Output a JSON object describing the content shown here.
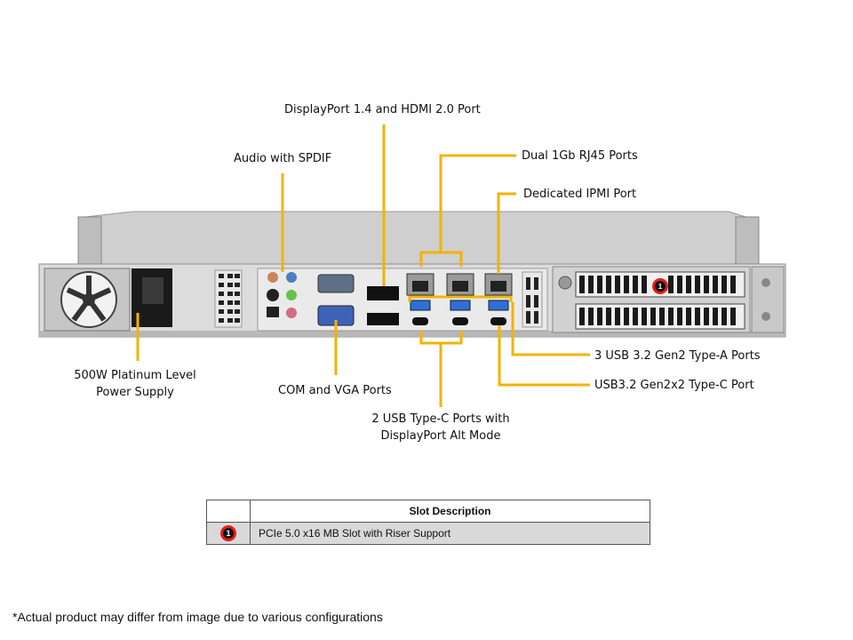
{
  "callouts": {
    "displayport_hdmi": "DisplayPort 1.4 and HDMI 2.0 Port",
    "audio": "Audio with SPDIF",
    "dual_rj45": "Dual 1Gb RJ45 Ports",
    "ipmi": "Dedicated IPMI Port",
    "power_supply": [
      "500W Platinum Level",
      "Power Supply"
    ],
    "com_vga": "COM and VGA Ports",
    "usb_typec_alt": [
      "2 USB Type-C Ports with",
      "DisplayPort Alt Mode"
    ],
    "usb_typea": "3 USB 3.2 Gen2 Type-A Ports",
    "usb_typec_gen2x2": "USB3.2 Gen2x2 Type-C Port"
  },
  "slot_table": {
    "header": "Slot Description",
    "rows": [
      {
        "number": "1",
        "description": "PCIe 5.0 x16 MB Slot with Riser Support"
      }
    ]
  },
  "footnote": "*Actual product may differ from image due to various configurations",
  "colors": {
    "leader_line": "#f2b300",
    "badge_ring": "#e41e1e",
    "chassis": "#d8d8d8"
  }
}
